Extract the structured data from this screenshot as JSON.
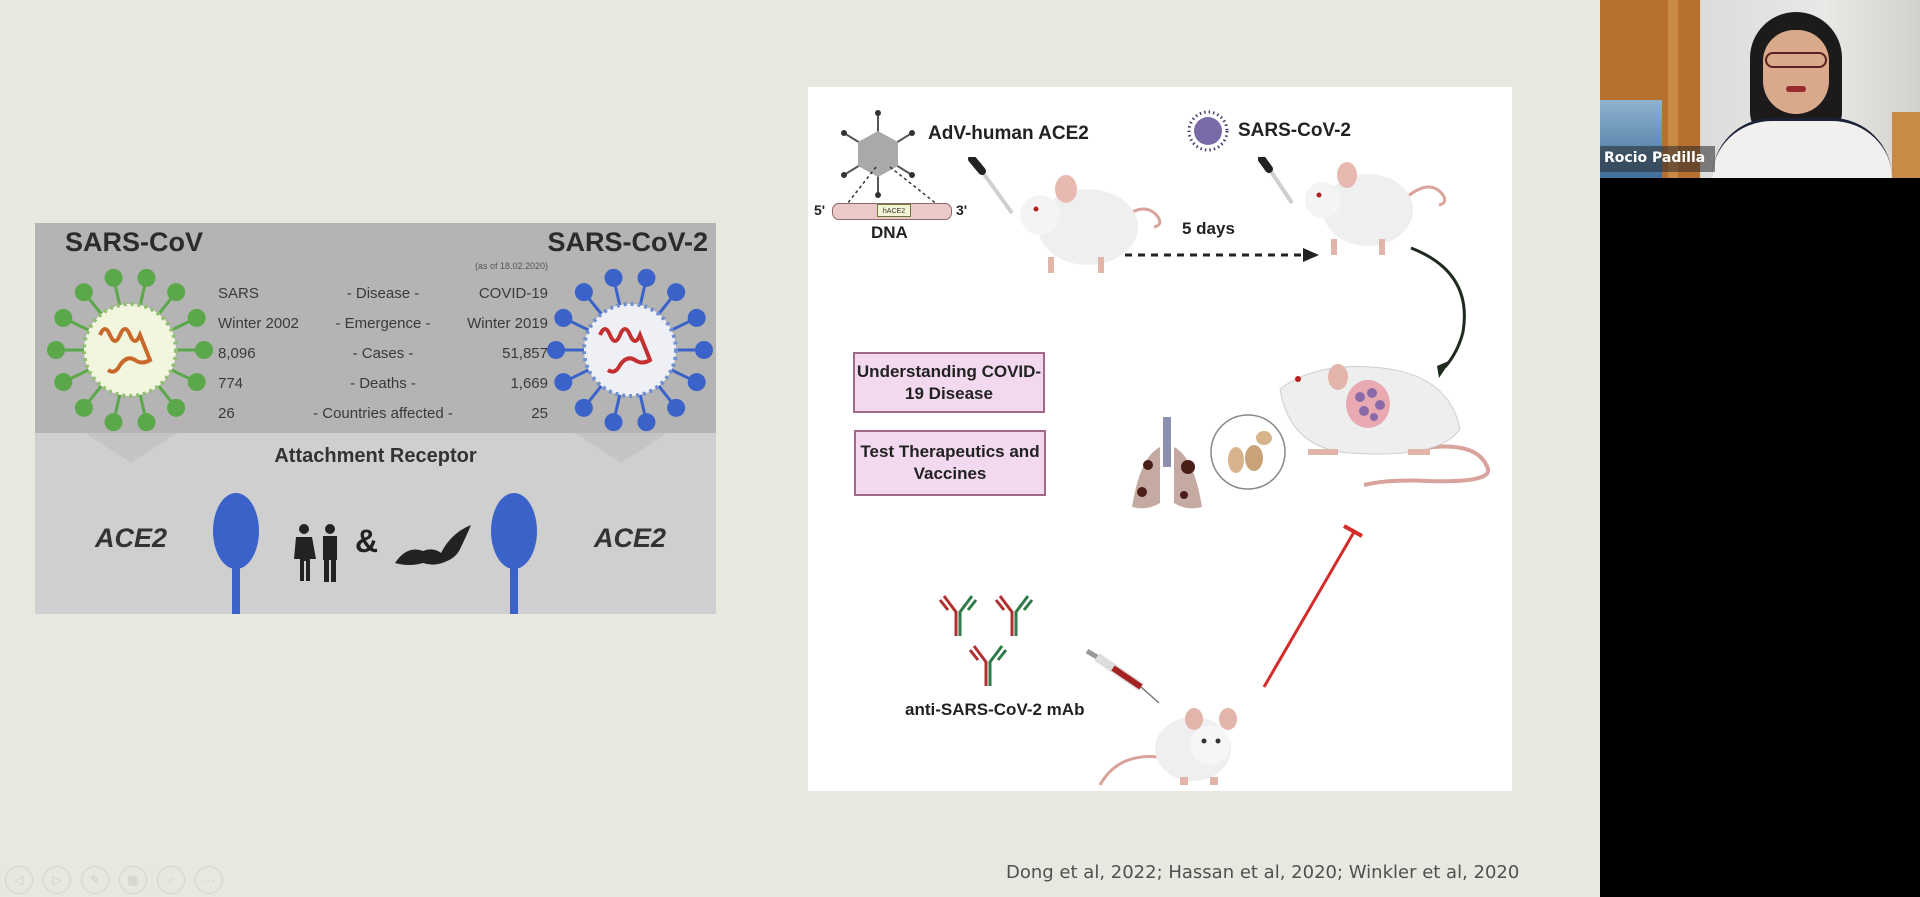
{
  "slide": {
    "left_figure": {
      "title_left": "SARS-CoV",
      "title_right": "SARS-CoV-2",
      "as_of": "(as of 18.02.2020)",
      "rows": [
        {
          "left": "SARS",
          "label": "- Disease -",
          "right": "COVID-19"
        },
        {
          "left": "Winter 2002",
          "label": "- Emergence -",
          "right": "Winter 2019"
        },
        {
          "left": "8,096",
          "label": "- Cases -",
          "right": "51,857"
        },
        {
          "left": "774",
          "label": "- Deaths -",
          "right": "1,669"
        },
        {
          "left": "26",
          "label": "- Countries affected -",
          "right": "25"
        }
      ],
      "receptor_heading": "Attachment Receptor",
      "receptor_left": "ACE2",
      "receptor_right": "ACE2",
      "hosts_connector": "&",
      "colors": {
        "sars_cov": "#5aa84a",
        "sars_cov_2": "#3a62c8",
        "receptor": "#3a62c8"
      }
    },
    "right_figure": {
      "adv_label": "AdV-human ACE2",
      "dna_label": "DNA",
      "dna_5": "5'",
      "dna_3": "3'",
      "gene_label": "hACE2",
      "virus_label": "SARS-CoV-2",
      "delay_label": "5 days",
      "box1": "Understanding COVID-19 Disease",
      "box2": "Test Therapeutics and Vaccines",
      "mab_label": "anti-SARS-CoV-2 mAb",
      "colors": {
        "box_fill": "#f3d9ef",
        "box_border": "#a06a88",
        "virus": "#7b6aa8",
        "inhibit": "#d42b2b",
        "antibody_red": "#b03030",
        "antibody_green": "#2f7a4a"
      }
    },
    "citation": "Dong et al, 2022; Hassan et al, 2020;  Winkler et al, 2020",
    "toolbar": [
      {
        "icon": "previous-icon",
        "glyph": "◁"
      },
      {
        "icon": "next-icon",
        "glyph": "▷"
      },
      {
        "icon": "pen-icon",
        "glyph": "✎"
      },
      {
        "icon": "slides-grid-icon",
        "glyph": "▦"
      },
      {
        "icon": "zoom-icon",
        "glyph": "⌕"
      },
      {
        "icon": "more-icon",
        "glyph": "···"
      }
    ]
  },
  "video": {
    "participant_name": "Rocio Padilla"
  }
}
